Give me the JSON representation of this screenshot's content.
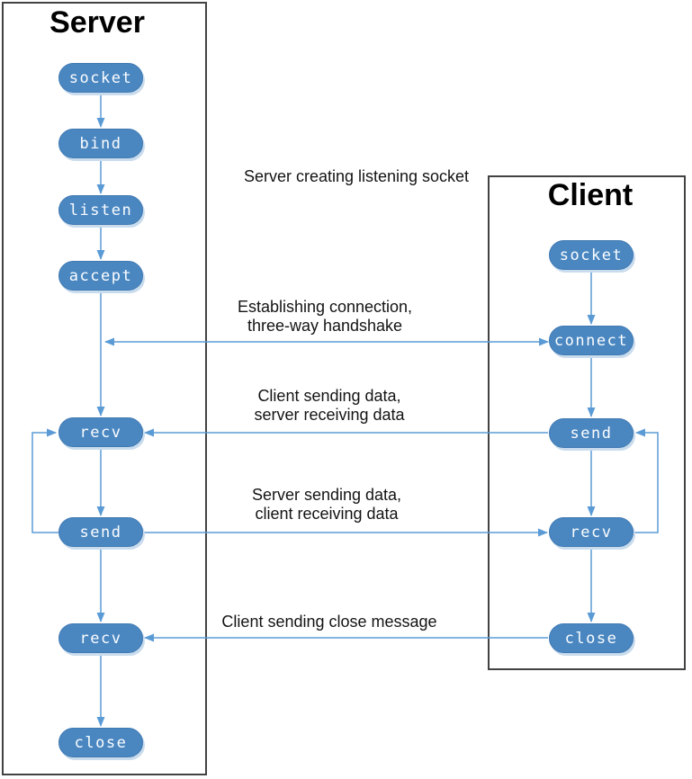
{
  "diagram": {
    "server": {
      "title": "Server",
      "nodes": [
        "socket",
        "bind",
        "listen",
        "accept",
        "recv",
        "send",
        "recv",
        "close"
      ]
    },
    "client": {
      "title": "Client",
      "nodes": [
        "socket",
        "connect",
        "send",
        "recv",
        "close"
      ]
    },
    "annotations": [
      {
        "line1": "Server creating listening socket",
        "line2": ""
      },
      {
        "line1": "Establishing connection,",
        "line2": "three-way handshake"
      },
      {
        "line1": "Client sending data,",
        "line2": "server receiving data"
      },
      {
        "line1": "Server sending data,",
        "line2": "client receiving data"
      },
      {
        "line1": "Client sending close message",
        "line2": ""
      }
    ],
    "colors": {
      "node_fill": "#4a87c1",
      "node_text": "#ffffff",
      "arrow": "#5b9bd5",
      "box_border": "#424242",
      "label_text": "#141414"
    }
  }
}
